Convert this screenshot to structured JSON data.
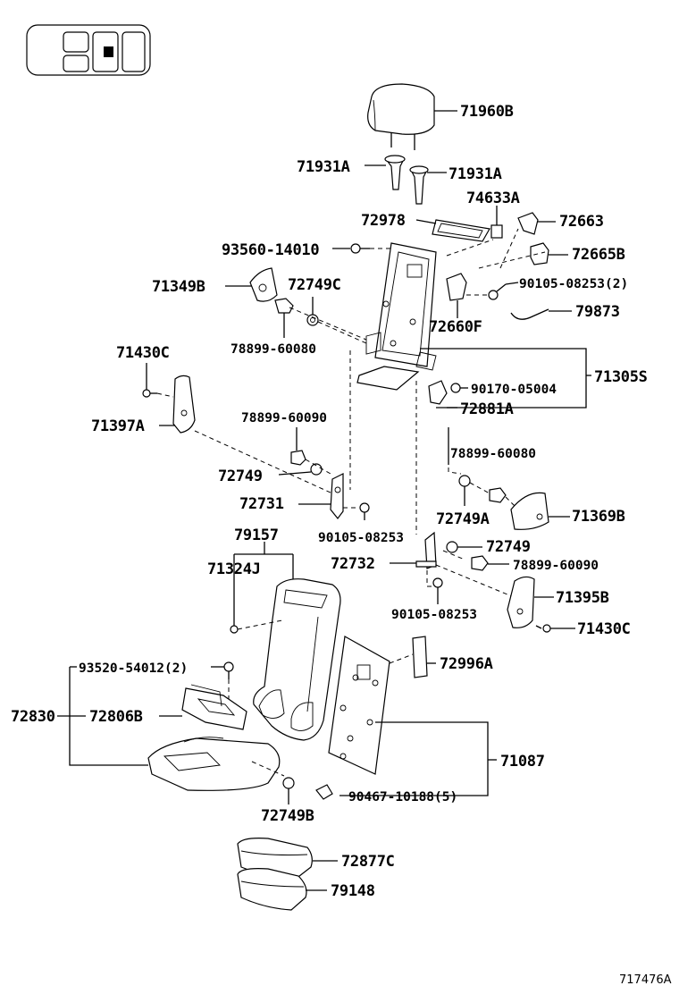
{
  "diagram_id": "717476A",
  "labels": {
    "p71960B": "71960B",
    "p71931A_l": "71931A",
    "p71931A_r": "71931A",
    "p74633A": "74633A",
    "p72978": "72978",
    "p72663": "72663",
    "p93560": "93560-14010",
    "p72665B": "72665B",
    "p71349B": "71349B",
    "p72749C": "72749C",
    "p90105_top": "90105-08253(2)",
    "p79873": "79873",
    "p78899_60080_l": "78899-60080",
    "p72660F": "72660F",
    "p71430C_top": "71430C",
    "p71305S": "71305S",
    "p90170": "90170-05004",
    "p71397A": "71397A",
    "p72881A": "72881A",
    "p78899_60090_l": "78899-60090",
    "p78899_60080_r": "78899-60080",
    "p72749_l": "72749",
    "p72731": "72731",
    "p72749A": "72749A",
    "p71369B": "71369B",
    "p90105_mid": "90105-08253",
    "p79157": "79157",
    "p72749_r": "72749",
    "p71324J": "71324J",
    "p72732": "72732",
    "p78899_60090_r": "78899-60090",
    "p71395B": "71395B",
    "p90105_low": "90105-08253",
    "p71430C_low": "71430C",
    "p93520": "93520-54012(2)",
    "p72996A": "72996A",
    "p72830": "72830",
    "p72806B": "72806B",
    "p71087": "71087",
    "p90467": "90467-10188(5)",
    "p72749B": "72749B",
    "p72877C": "72877C",
    "p79148": "79148"
  }
}
